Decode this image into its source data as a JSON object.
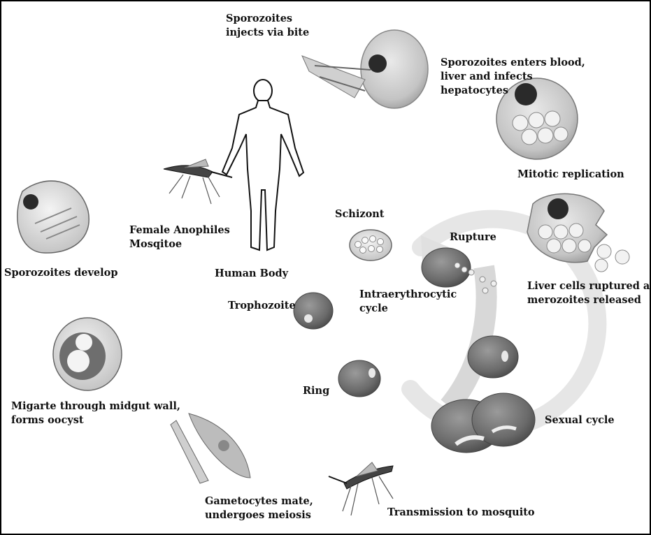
{
  "labels": {
    "sporozoites_inject": [
      "Sporozoites",
      "injects via bite"
    ],
    "sporozoites_blood": [
      "Sporozoites enters blood,",
      "liver and infects",
      "hepatocytes"
    ],
    "mitotic": [
      "Mitotic replication"
    ],
    "liver_ruptured": [
      "Liver cells ruptured and",
      "merozoites released"
    ],
    "female_anophiles": [
      "Female Anophiles",
      "Mosqitoe"
    ],
    "human_body": [
      "Human Body"
    ],
    "schizont": [
      "Schizont"
    ],
    "rupture": [
      "Rupture"
    ],
    "intraerythrocytic": [
      "Intraerythrocytic",
      "cycle"
    ],
    "trophozoite": [
      "Trophozoite"
    ],
    "ring": [
      "Ring"
    ],
    "sexual_cycle": [
      "Sexual cycle"
    ],
    "transmission": [
      "Transmission to mosquito"
    ],
    "gametocytes": [
      "Gametocytes mate,",
      "undergoes meiosis"
    ],
    "migrate": [
      "Migarte through midgut wall,",
      "forms oocyst"
    ],
    "sporozoites_develop": [
      "Sporozoites develop"
    ]
  },
  "colors": {
    "cell_fill": "#bdbdbd",
    "cell_dark": "#6e6e6e",
    "nucleus": "#2a2a2a",
    "arrow_gray": "#e4e4e4",
    "text": "#111111"
  }
}
